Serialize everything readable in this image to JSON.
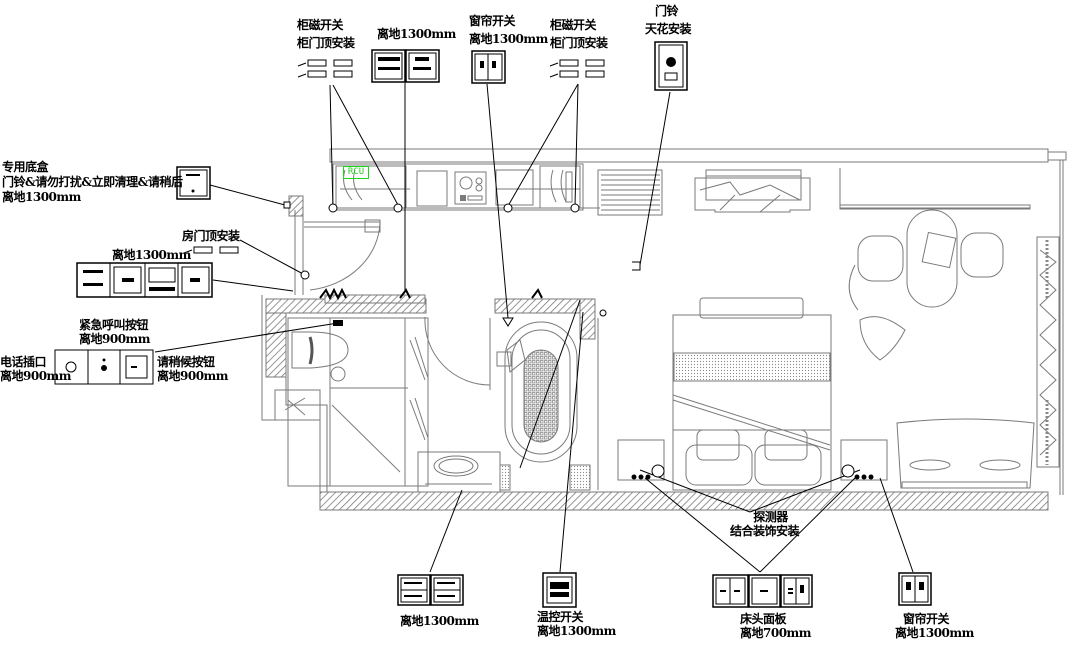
{
  "drawing": {
    "title": "Guest room electrical panel layout",
    "labels": {
      "cabinet_switch_left": [
        "柜磁开关",
        "柜门顶安装"
      ],
      "panel_top_1300": [
        "离地1300mm"
      ],
      "curtain_switch_top": [
        "窗帘开关",
        "离地1300mm"
      ],
      "cabinet_switch_right": [
        "柜磁开关",
        "柜门顶安装"
      ],
      "doorbell": [
        "门铃",
        "天花安装"
      ],
      "dedicated_box": [
        "专用底盒",
        "门铃&请勿打扰&立即清理&请稍后",
        "离地1300mm"
      ],
      "room_door_top": [
        "房门顶安装"
      ],
      "entrance_panel_height": [
        "离地1300mm"
      ],
      "emergency_call": [
        "紧急呼叫按钮",
        "离地900mm"
      ],
      "phone_outlet": [
        "电话插口",
        "离地900mm"
      ],
      "please_wait_button": [
        "请稍候按钮",
        "离地900mm"
      ],
      "bathroom_panel_height": [
        "离地1300mm"
      ],
      "thermostat": [
        "温控开关",
        "离地1300mm"
      ],
      "detector": [
        "探测器",
        "结合装饰安装"
      ],
      "bedside_panel": [
        "床头面板",
        "离地700mm"
      ],
      "curtain_switch_bottom": [
        "窗帘开关",
        "离地1300mm"
      ]
    },
    "rcu_tag": "RCU"
  },
  "colors": {
    "wall": "#7a7a7a",
    "leader": "#000000",
    "rcu": "#1fd31f"
  }
}
